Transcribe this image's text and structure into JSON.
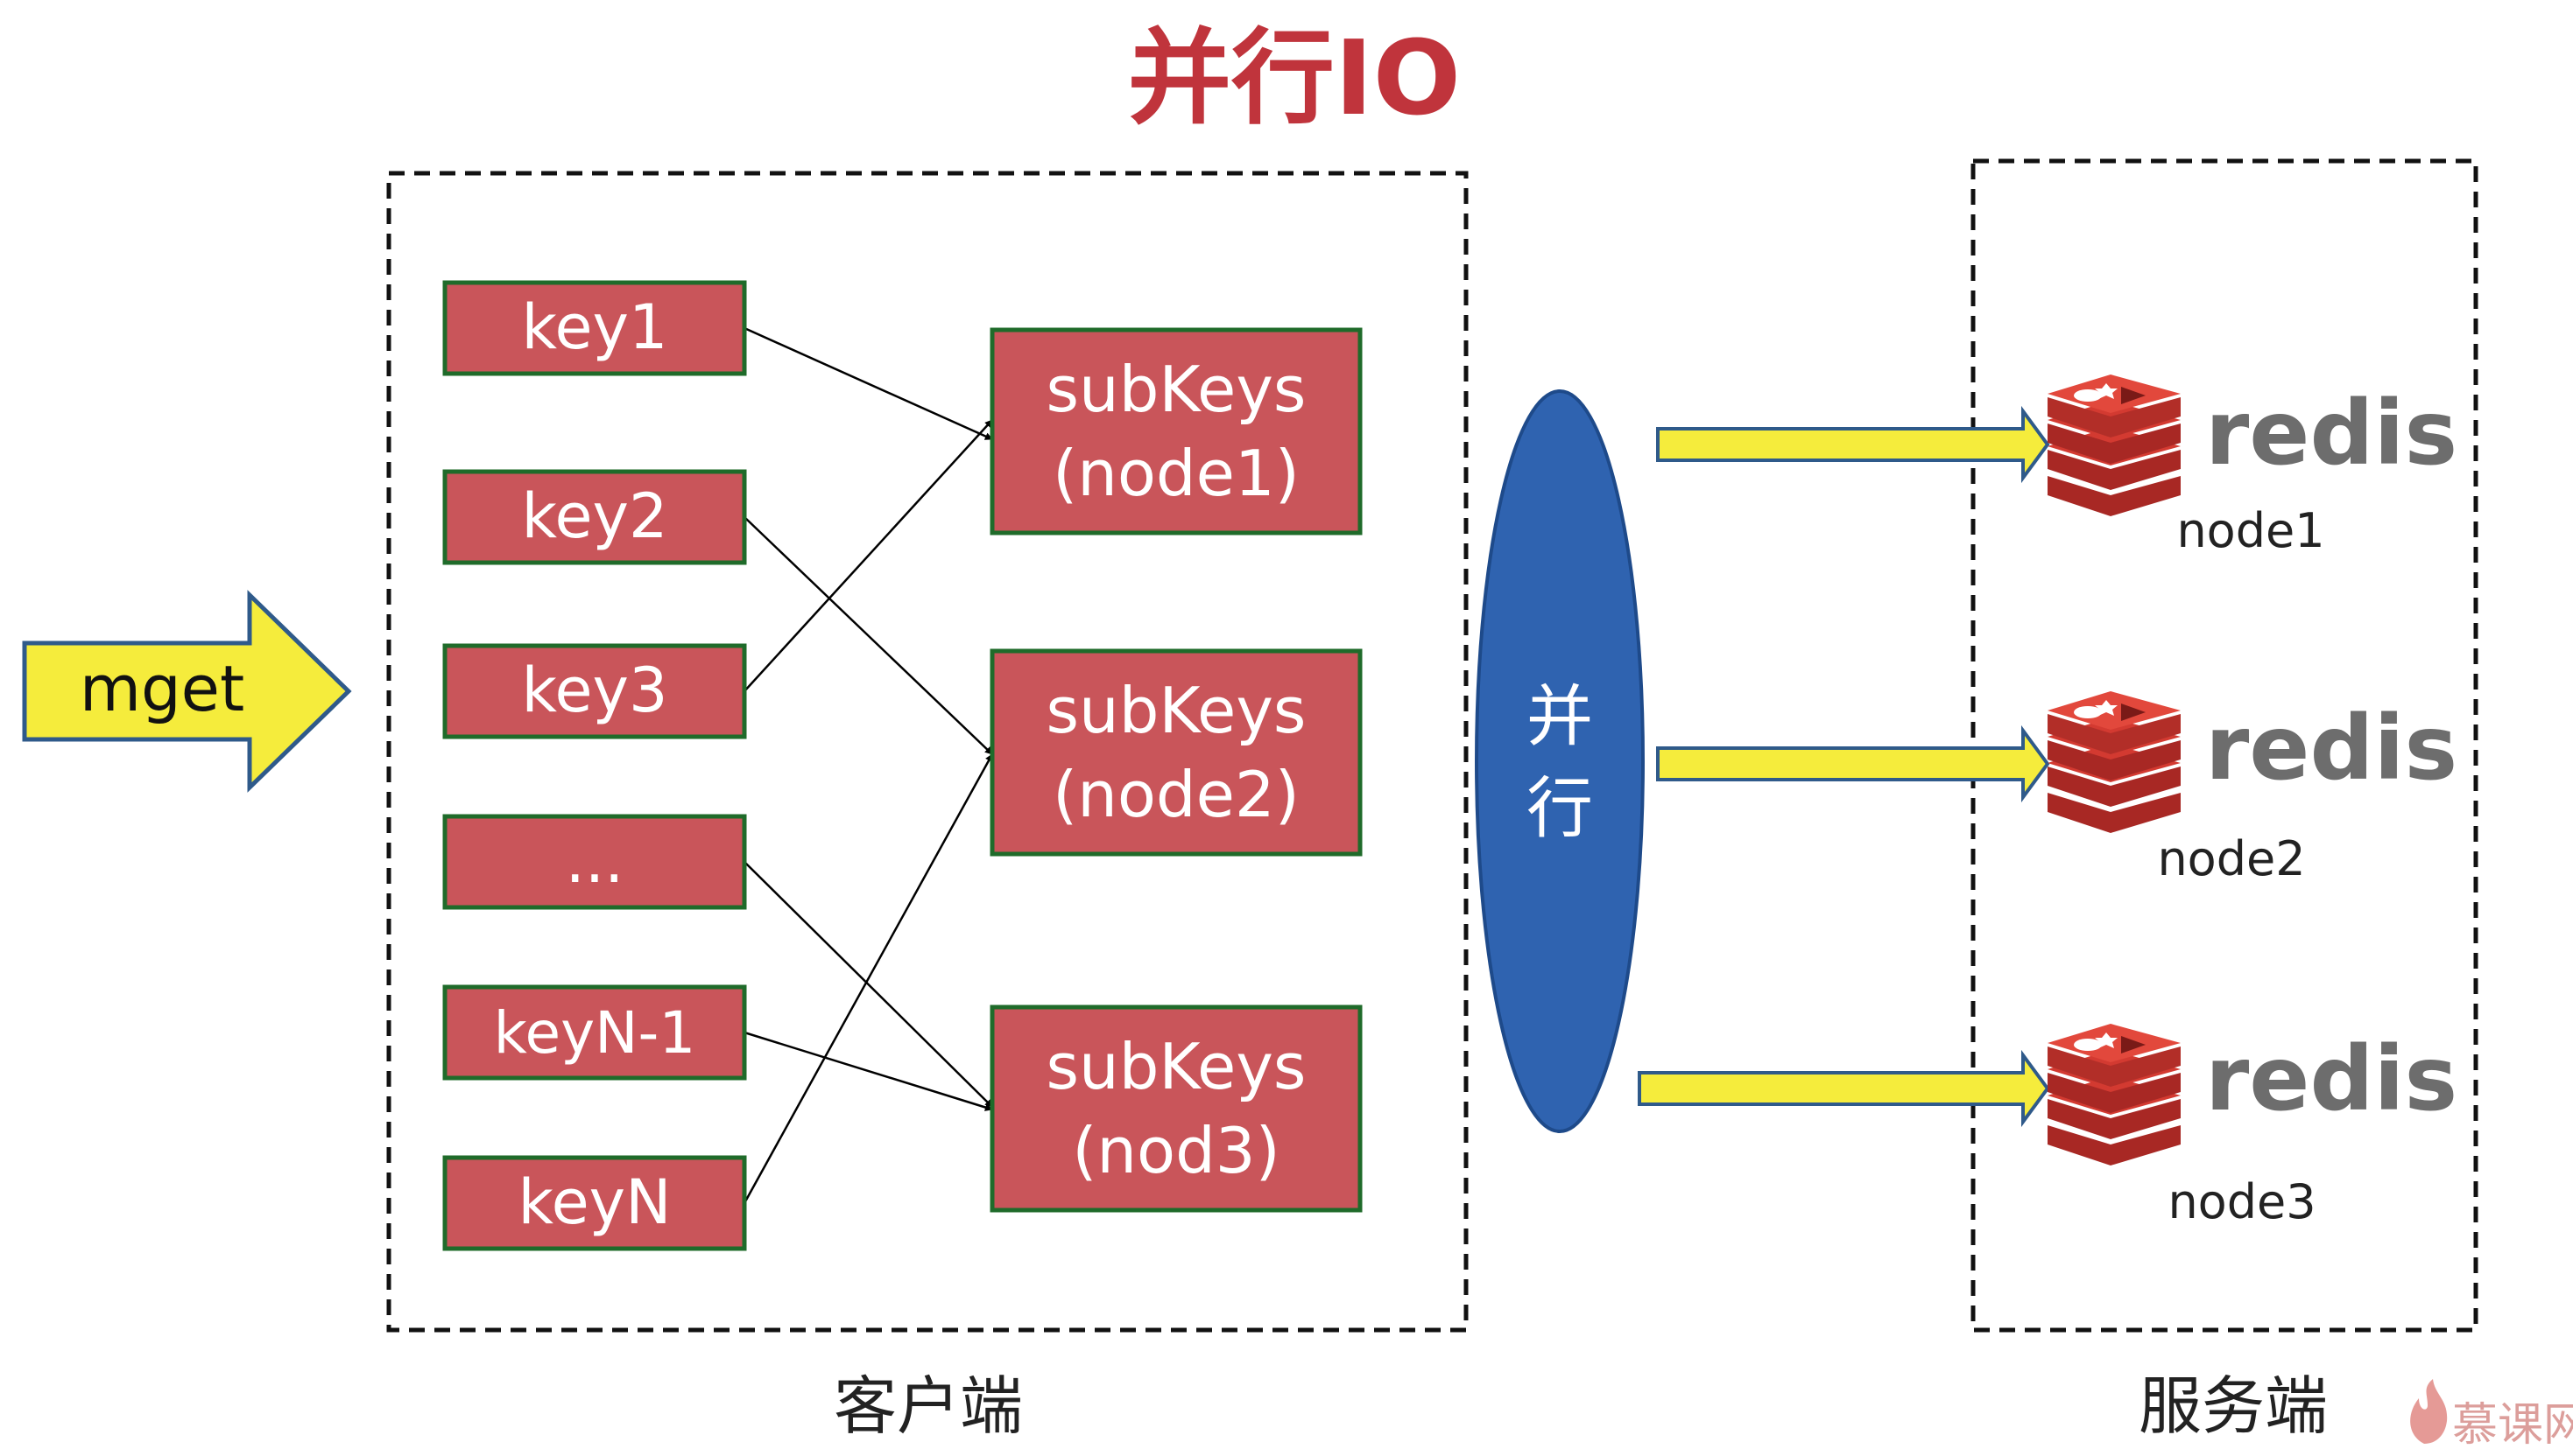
{
  "title": "并行IO",
  "mget_label": "mget",
  "client": {
    "label": "客户端",
    "keys": [
      "key1",
      "key2",
      "key3",
      "...",
      "keyN-1",
      "keyN"
    ],
    "subkeys": [
      {
        "line1": "subKeys",
        "line2": "(node1)"
      },
      {
        "line1": "subKeys",
        "line2": "(node2)"
      },
      {
        "line1": "subKeys",
        "line2": "(nod3)"
      }
    ]
  },
  "parallel_label": [
    "并",
    "行"
  ],
  "server": {
    "label": "服务端",
    "nodes": [
      {
        "brand": "redis",
        "name": "node1"
      },
      {
        "brand": "redis",
        "name": "node2"
      },
      {
        "brand": "redis",
        "name": "node3"
      }
    ]
  },
  "watermark": "慕课网",
  "mappings": [
    {
      "key": "key1",
      "subkeys": "(node1)"
    },
    {
      "key": "key2",
      "subkeys": "(node2)"
    },
    {
      "key": "key3",
      "subkeys": "(node1)"
    },
    {
      "key": "...",
      "subkeys": "(nod3)"
    },
    {
      "key": "keyN-1",
      "subkeys": "(nod3)"
    },
    {
      "key": "keyN",
      "subkeys": "(node2)"
    }
  ],
  "colors": {
    "title": "#c0343c",
    "box_fill": "#c9555a",
    "box_stroke": "#1f6b2a",
    "arrow_yellow": "#f5ec3c",
    "arrow_stroke": "#2f5a8a",
    "ellipse": "#2f63b0",
    "redis_red": "#d33a31",
    "redis_text": "#6d6d6d"
  }
}
